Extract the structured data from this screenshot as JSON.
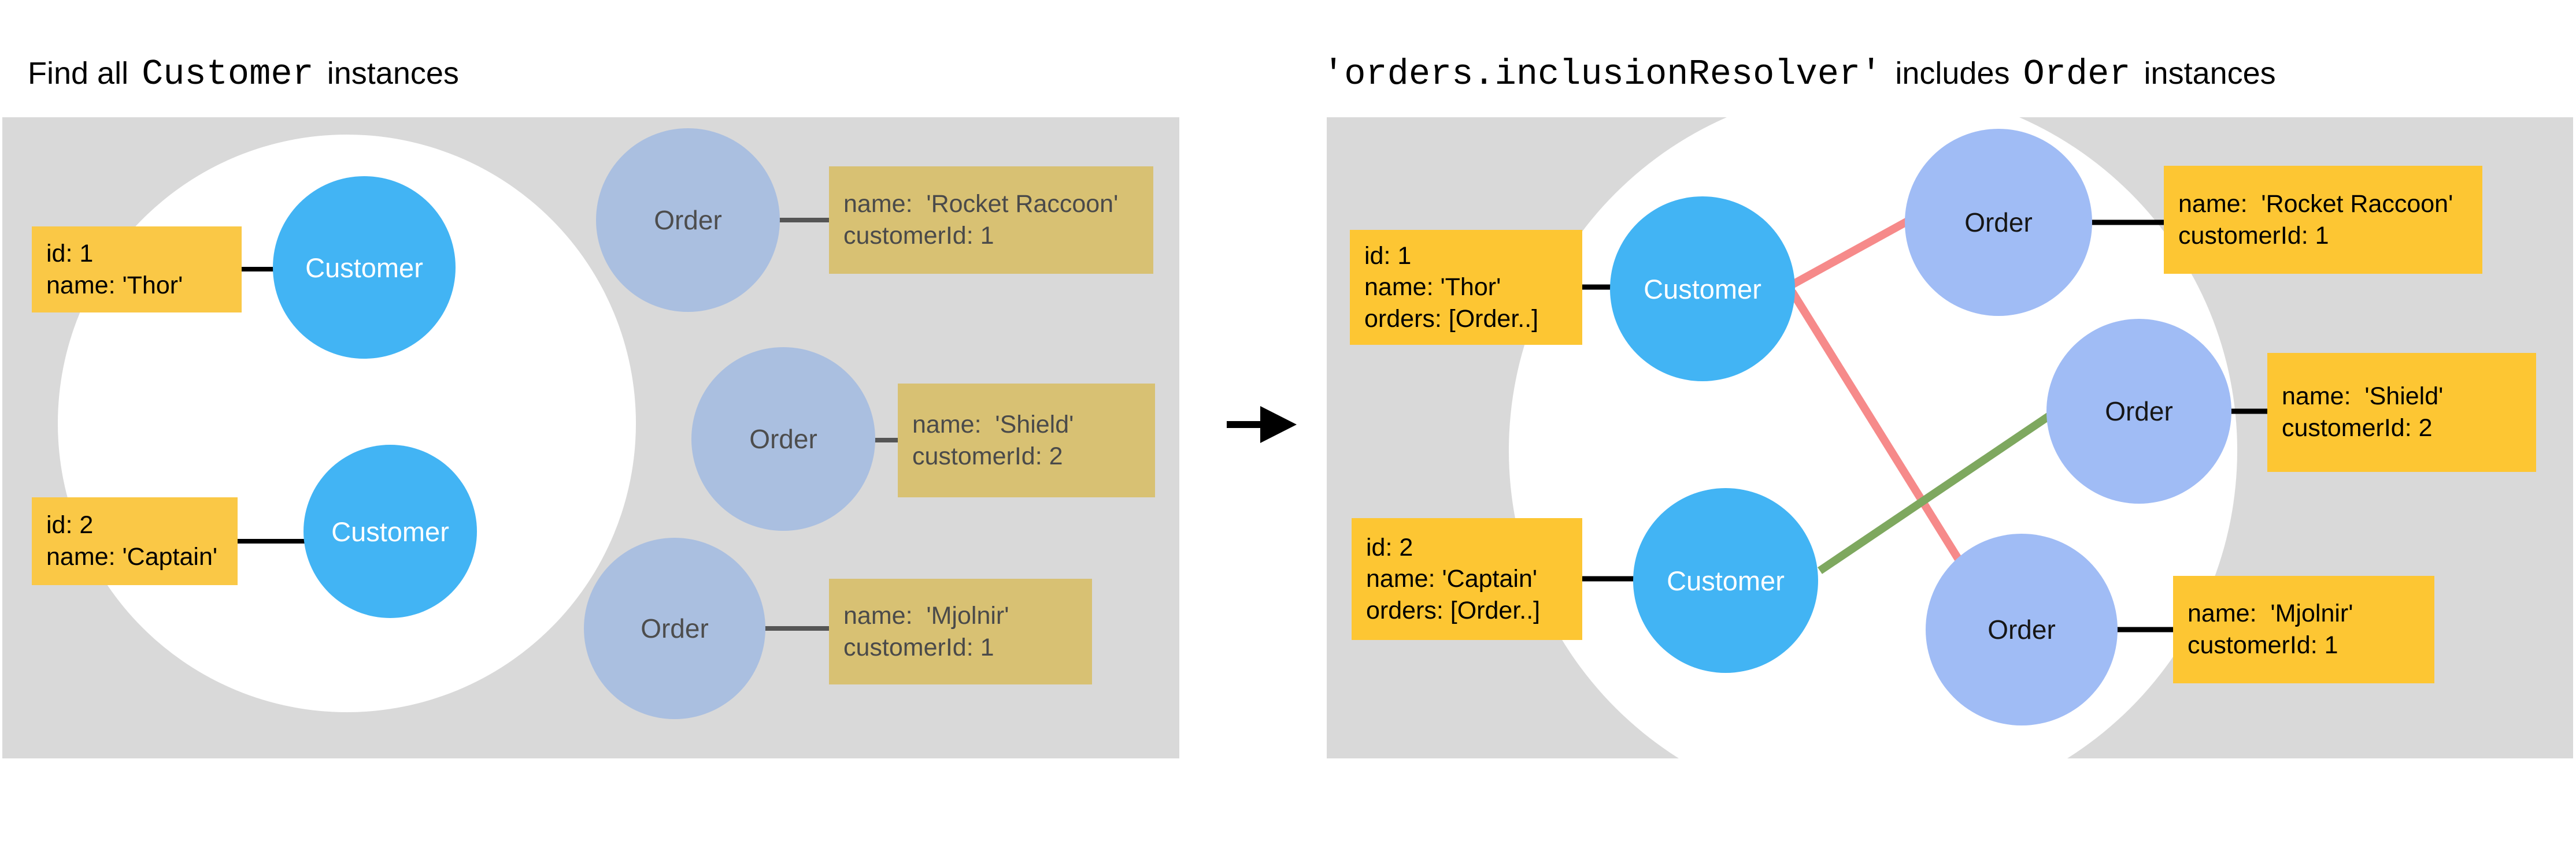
{
  "left_panel": {
    "title": {
      "segments": [
        {
          "text": "Find all ",
          "mono": false
        },
        {
          "text": "Customer",
          "mono": true
        },
        {
          "text": " instances",
          "mono": false
        }
      ]
    },
    "customers": [
      {
        "label": "Customer",
        "box": "id: 1\nname: 'Thor'"
      },
      {
        "label": "Customer",
        "box": "id: 2\nname: 'Captain'"
      }
    ],
    "orders": [
      {
        "label": "Order",
        "box": "name:  'Rocket Raccoon'\ncustomerId: 1"
      },
      {
        "label": "Order",
        "box": "name:  'Shield'\ncustomerId: 2"
      },
      {
        "label": "Order",
        "box": "name:  'Mjolnir'\ncustomerId: 1"
      }
    ]
  },
  "right_panel": {
    "title": {
      "segments": [
        {
          "text": "'orders.inclusionResolver'",
          "mono": true
        },
        {
          "text": " includes ",
          "mono": false
        },
        {
          "text": "Order",
          "mono": true
        },
        {
          "text": " instances",
          "mono": false
        }
      ]
    },
    "customers": [
      {
        "label": "Customer",
        "box": "id: 1\nname: 'Thor'\norders: [Order..]"
      },
      {
        "label": "Customer",
        "box": "id: 2\nname: 'Captain'\norders: [Order..]"
      }
    ],
    "orders": [
      {
        "label": "Order",
        "box": "name:  'Rocket Raccoon'\ncustomerId: 1"
      },
      {
        "label": "Order",
        "box": "name:  'Shield'\ncustomerId: 2"
      },
      {
        "label": "Order",
        "box": "name:  'Mjolnir'\ncustomerId: 1"
      }
    ],
    "relations": [
      {
        "from": "Customer id 1",
        "to": "Order 'Rocket Raccoon'",
        "color": "#F68A8A"
      },
      {
        "from": "Customer id 1",
        "to": "Order 'Mjolnir'",
        "color": "#F68A8A"
      },
      {
        "from": "Customer id 2",
        "to": "Order 'Shield'",
        "color": "#7EA85F"
      }
    ]
  },
  "colors": {
    "panel_bg": "#D9D9D9",
    "customer_circle": "#42B4F4",
    "order_circle_left": "#AABFE0",
    "order_circle_right": "#A0BCF5",
    "customer_box_left": "#FAC846",
    "order_box_left": "#D8C173",
    "box_right": "#FDC633",
    "relation_red": "#F68A8A",
    "relation_green": "#7EA85F",
    "connector_dark": "#000000",
    "connector_gray": "#555555"
  }
}
